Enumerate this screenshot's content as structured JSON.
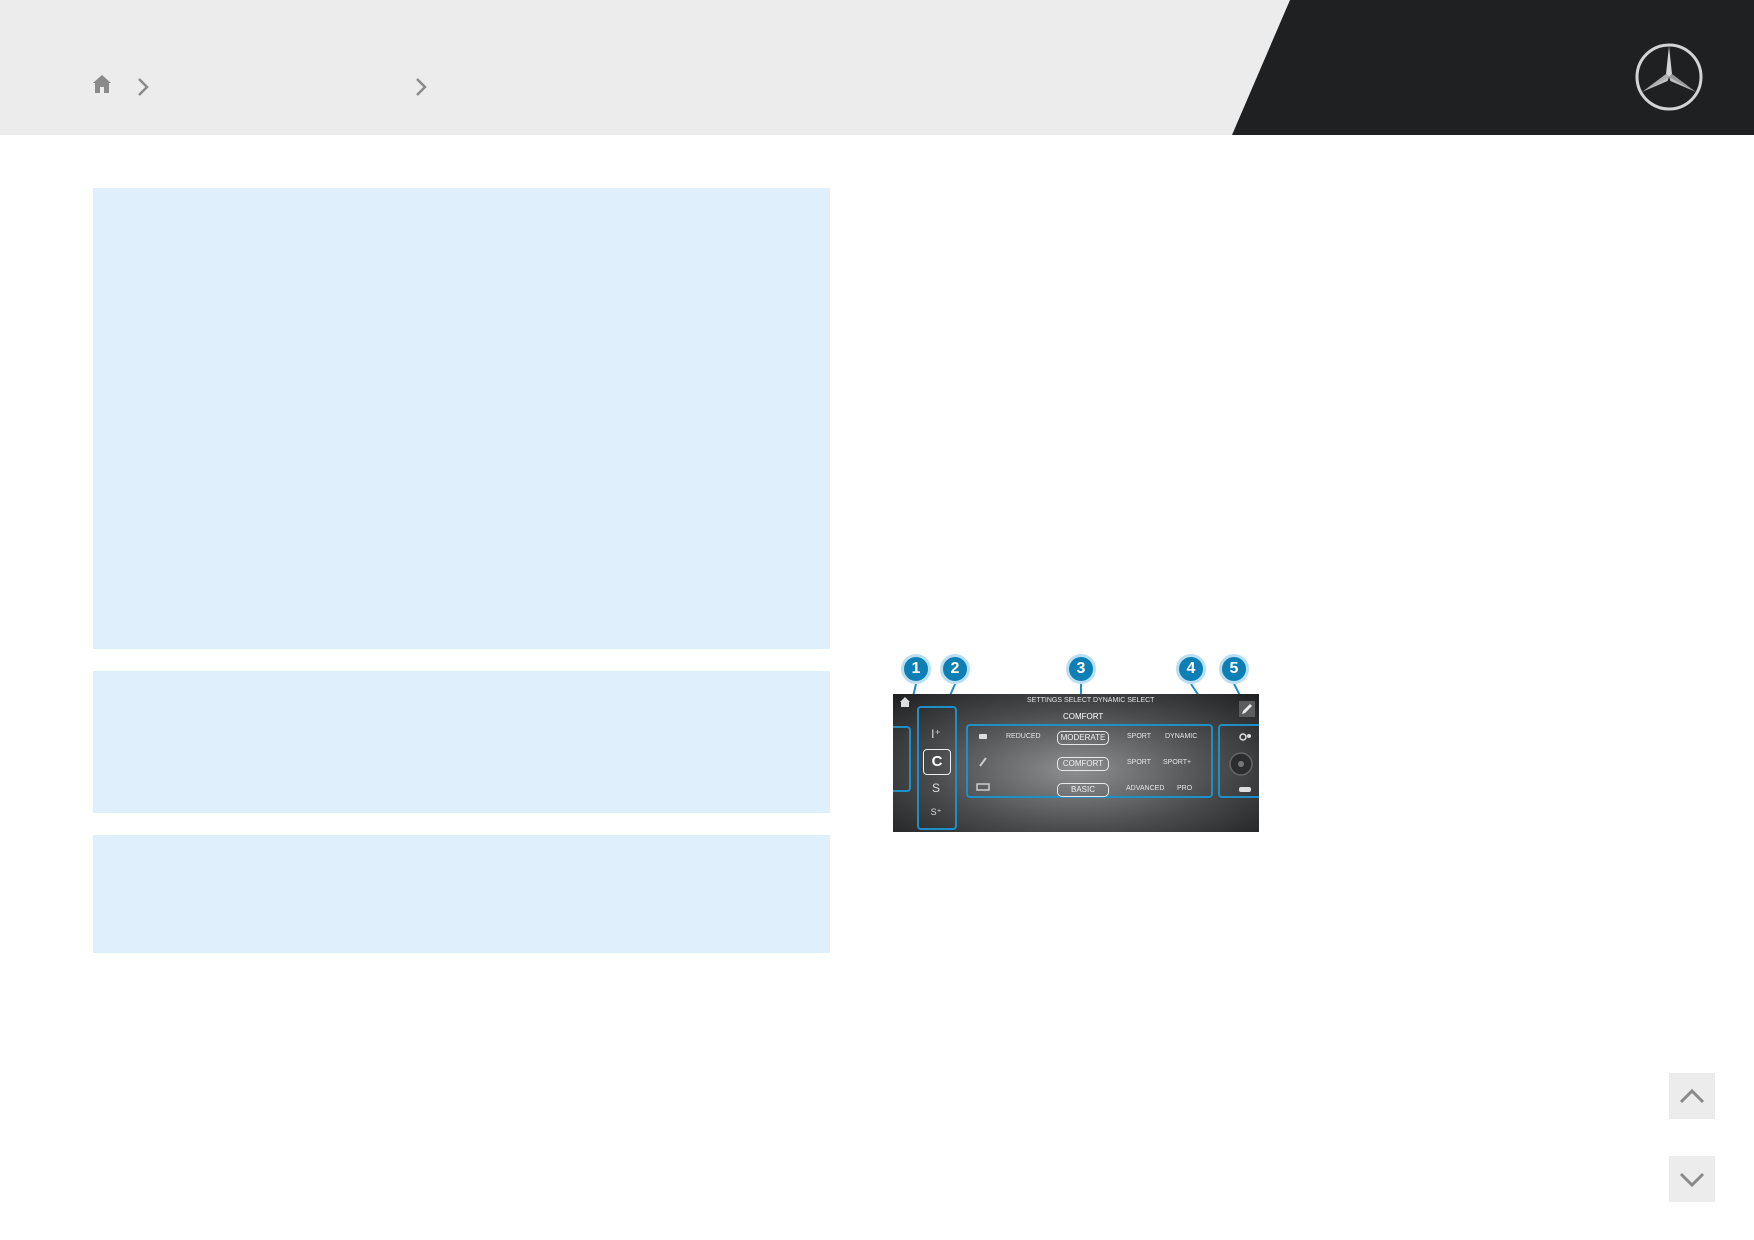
{
  "header": {
    "brand_logo": "mercedes-star-logo",
    "breadcrumb": {
      "home_icon": "home-icon",
      "separator_icon": "chevron-right-icon",
      "items": [
        "",
        ""
      ]
    }
  },
  "panels": [
    {
      "name": "content-panel-1",
      "text": ""
    },
    {
      "name": "content-panel-2",
      "text": ""
    },
    {
      "name": "content-panel-3",
      "text": ""
    }
  ],
  "figure": {
    "callouts": [
      "1",
      "2",
      "3",
      "4",
      "5"
    ],
    "screen": {
      "tabs": [
        "SETTINGS SELECT",
        "DYNAMIC SELECT"
      ],
      "mode_title": "COMFORT",
      "drive_keys": [
        "I⁺",
        "C",
        "S",
        "S⁺"
      ],
      "rows": [
        {
          "icon": "engine-icon",
          "options": [
            "REDUCED",
            "MODERATE",
            "SPORT",
            "DYNAMIC"
          ],
          "selected": "MODERATE"
        },
        {
          "icon": "suspension-icon",
          "options": [
            "COMFORT",
            "SPORT",
            "SPORT+"
          ],
          "selected": "COMFORT"
        },
        {
          "icon": "esp-icon",
          "options": [
            "BASIC",
            "ADVANCED",
            "PRO"
          ],
          "selected": "BASIC"
        }
      ]
    }
  },
  "nav": {
    "up_icon": "chevron-up-icon",
    "down_icon": "chevron-down-icon"
  },
  "colors": {
    "header_bg": "#ececec",
    "header_dark": "#1f2022",
    "panel_bg": "#dff0fc",
    "callout_blue": "#0e7fb5",
    "highlight_blue": "#1e8fc7"
  }
}
